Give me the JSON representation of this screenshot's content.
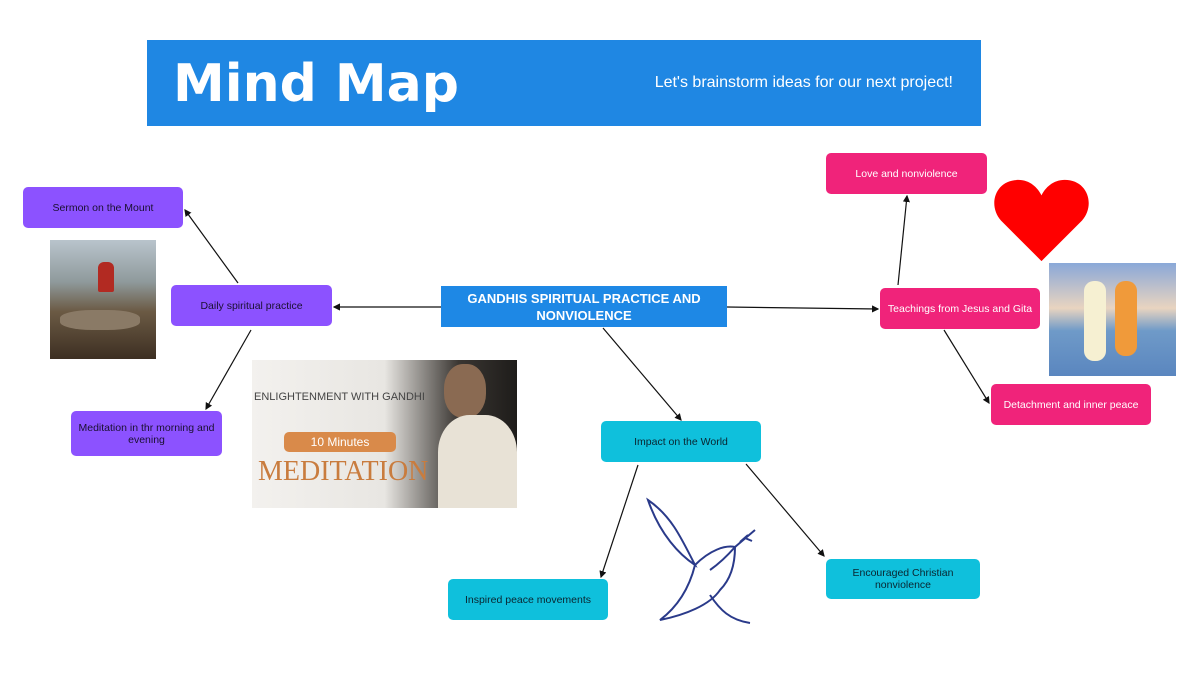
{
  "header": {
    "title": "Mind Map",
    "subtitle": "Let's brainstorm ideas for our next project!"
  },
  "central": {
    "label": "GANDHIS SPIRITUAL PRACTICE AND NONVIOLENCE"
  },
  "branches": {
    "daily": "Daily spiritual practice",
    "sermon": "Sermon on the Mount",
    "meditation": "Meditation in thr morning and evening",
    "teachings": "Teachings from Jesus and Gita",
    "love": "Love and nonviolence",
    "detachment": "Detachment and inner peace",
    "impact": "Impact on the World",
    "inspired": "Inspired peace movements",
    "encouraged": "Encouraged Christian nonviolence"
  },
  "images": {
    "gandhi": {
      "line1": "ENLIGHTENMENT WITH GANDHI",
      "badge": "10 Minutes",
      "big": "MEDITATION"
    }
  },
  "colors": {
    "header": "#1f87e3",
    "purple": "#8c52ff",
    "pink": "#f0237a",
    "cyan": "#0fc0dc",
    "heart": "#ff0000"
  }
}
